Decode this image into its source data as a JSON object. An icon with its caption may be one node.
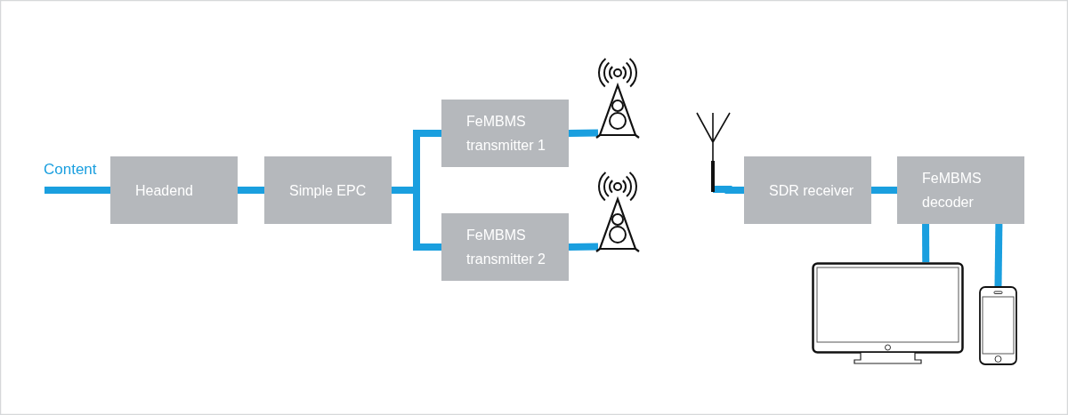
{
  "diagram": {
    "nodes": [
      {
        "text": [
          "Headend"
        ]
      },
      {
        "text": [
          "Simple EPC"
        ]
      },
      {
        "text": [
          "FeMBMS transmitter 1"
        ]
      },
      {
        "text": [
          "FeMBMS transmitter 2"
        ]
      },
      {
        "text": [],
        "shape": "tower"
      },
      {
        "text": [],
        "shape": "tower"
      },
      {
        "text": [],
        "shape": "antenna"
      },
      {
        "text": [
          "SDR receiver"
        ]
      },
      {
        "text": [
          "FeMBMS decoder"
        ]
      },
      {
        "text": [],
        "shape": "monitor"
      },
      {
        "text": [],
        "shape": "phone"
      }
    ],
    "edges": [
      {
        "from": null,
        "to": 0,
        "arrow": "none"
      },
      {
        "from": 0,
        "to": 1,
        "arrow": "none"
      },
      {
        "from": 1,
        "to": 2,
        "arrow": "none"
      },
      {
        "from": 1,
        "to": 3,
        "arrow": "none"
      },
      {
        "from": 2,
        "to": 4,
        "arrow": "none"
      },
      {
        "from": 3,
        "to": 5,
        "arrow": "none"
      },
      {
        "from": 6,
        "to": 7,
        "arrow": "none"
      },
      {
        "from": 7,
        "to": 8,
        "arrow": "none"
      },
      {
        "from": 8,
        "to": 9,
        "arrow": "none"
      },
      {
        "from": 8,
        "to": 10,
        "arrow": "none"
      }
    ],
    "labels": [
      "Content"
    ]
  }
}
